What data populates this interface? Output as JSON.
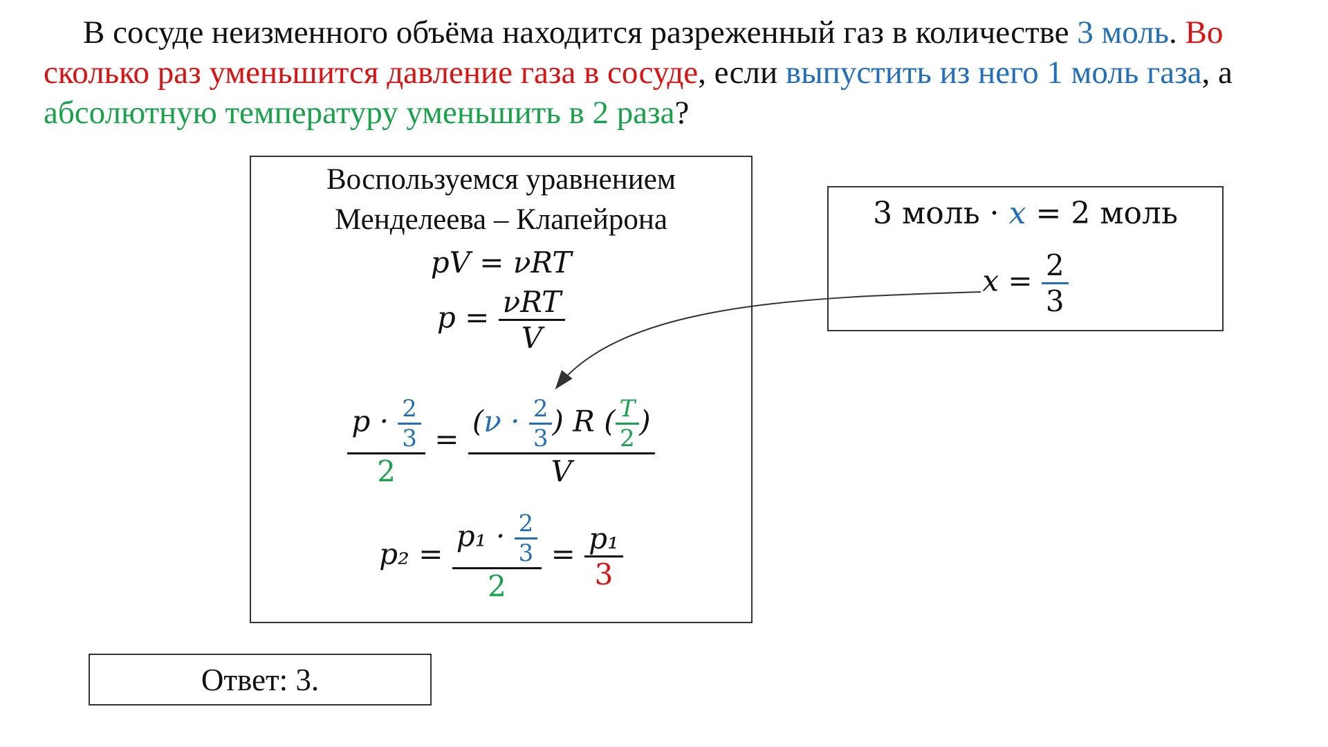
{
  "problem": {
    "p1": "В сосуде неизменного объёма находится разреженный газ в количестве ",
    "p2": "3 моль",
    "p3": ". ",
    "p4": "Во сколько раз уменьшится давление газа в сосуде",
    "p5": ", если ",
    "p6": "выпустить из него 1 моль газа",
    "p7": ", а ",
    "p8": "абсолютную температуру уменьшить в 2 раза",
    "p9": "?"
  },
  "main_box": {
    "heading_line1": "Воспользуемся уравнением",
    "heading_line2": "Менделеева – Клапейрона",
    "eq1": "pV = νRT",
    "eq2_lhs": "p =",
    "eq2_num": "νRT",
    "eq2_den": "V",
    "eq3_p": "p ·",
    "eq3_two": "2",
    "eq3_three": "3",
    "eq3_den2": "2",
    "eq3_eq": "=",
    "eq3_nu": "ν ·",
    "eq3_R": "R",
    "eq3_T": "T",
    "eq3_V": "V",
    "eq4_lhs": "p₂ =",
    "eq4_p1": "p₁ ·",
    "eq4_eq": "=",
    "eq4_p1b": "p₁",
    "eq4_3": "3"
  },
  "side_box": {
    "line1_a": "3 моль · ",
    "line1_x": "x",
    "line1_b": " = 2 моль",
    "line2_x": "x =",
    "line2_num": "2",
    "line2_den": "3"
  },
  "answer": {
    "text": "Ответ: 3."
  },
  "colors": {
    "blue": "#1f6fbd",
    "red": "#e01010",
    "green": "#17a34a"
  }
}
